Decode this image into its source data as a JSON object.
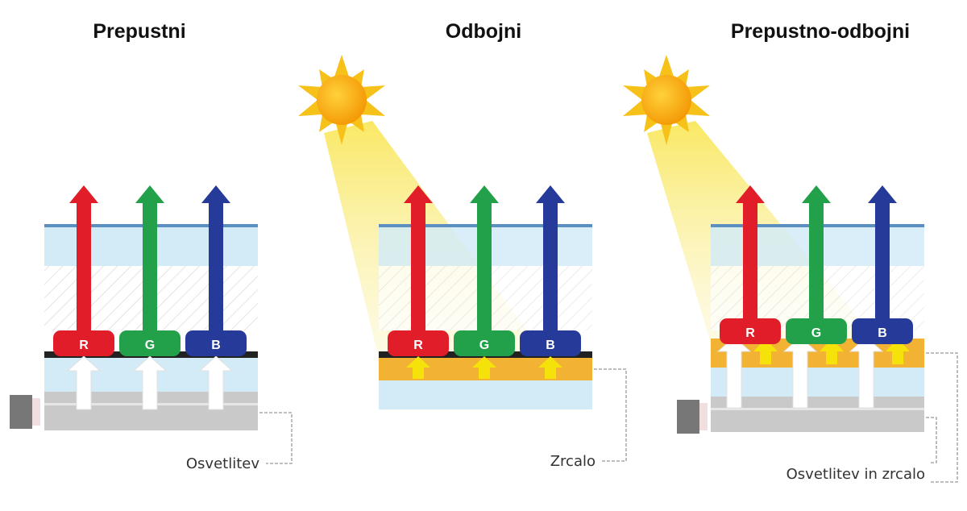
{
  "panels": [
    {
      "id": "transmissive",
      "title": "Prepustni",
      "callout": "Osvetlitev",
      "has_sun": false,
      "has_mirror": false,
      "has_backlight": true
    },
    {
      "id": "reflective",
      "title": "Odbojni",
      "callout": "Zrcalo",
      "has_sun": true,
      "has_mirror": true,
      "has_backlight": false
    },
    {
      "id": "transflective",
      "title": "Prepustno-odbojni",
      "callout": "Osvetlitev in zrcalo",
      "has_sun": true,
      "has_mirror": true,
      "has_backlight": true
    }
  ],
  "subpixels": [
    {
      "letter": "R",
      "color": "#e11d2a"
    },
    {
      "letter": "G",
      "color": "#22a04a"
    },
    {
      "letter": "B",
      "color": "#253a99"
    }
  ],
  "colors": {
    "glass": "#cfe9f6",
    "glass_edge": "#5b8fc0",
    "backlight_gray": "#c8c8c8",
    "mirror_orange": "#f2b233",
    "sun": "#f6a600",
    "beam": "#f8e45a",
    "light_arrow": "#ffffff",
    "reflect_arrow": "#f5e20a"
  }
}
